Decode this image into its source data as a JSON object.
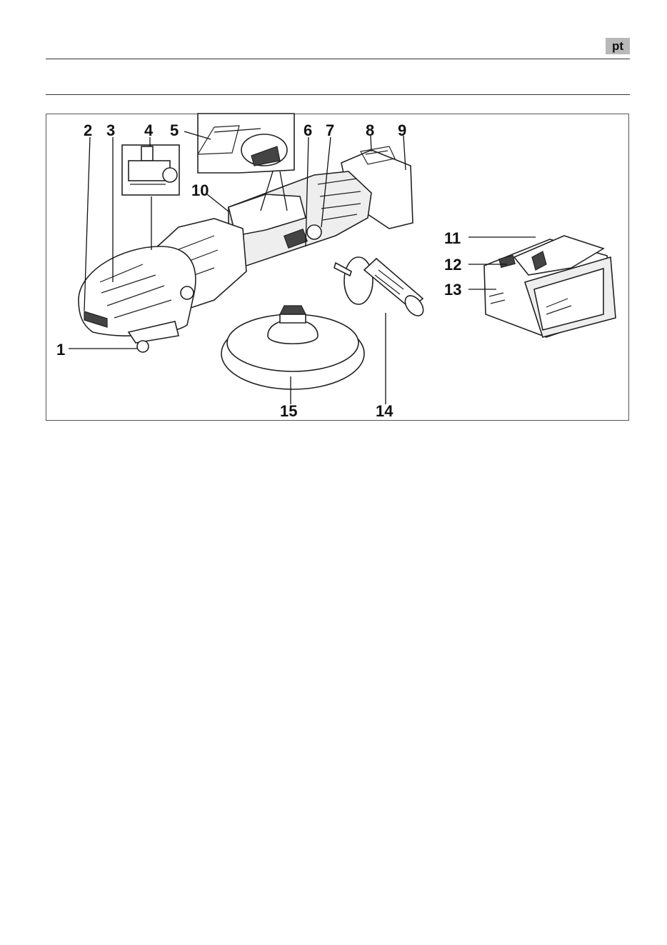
{
  "header": {
    "language": "pt"
  },
  "figure": {
    "callouts": [
      {
        "key": "c1",
        "text": "1"
      },
      {
        "key": "c2",
        "text": "2"
      },
      {
        "key": "c3",
        "text": "3"
      },
      {
        "key": "c4",
        "text": "4"
      },
      {
        "key": "c5",
        "text": "5"
      },
      {
        "key": "c6",
        "text": "6"
      },
      {
        "key": "c7",
        "text": "7"
      },
      {
        "key": "c8",
        "text": "8"
      },
      {
        "key": "c9",
        "text": "9"
      },
      {
        "key": "c10",
        "text": "10"
      },
      {
        "key": "c11",
        "text": "11"
      },
      {
        "key": "c12",
        "text": "12"
      },
      {
        "key": "c13",
        "text": "13"
      },
      {
        "key": "c14",
        "text": "14"
      },
      {
        "key": "c15",
        "text": "15"
      }
    ]
  }
}
